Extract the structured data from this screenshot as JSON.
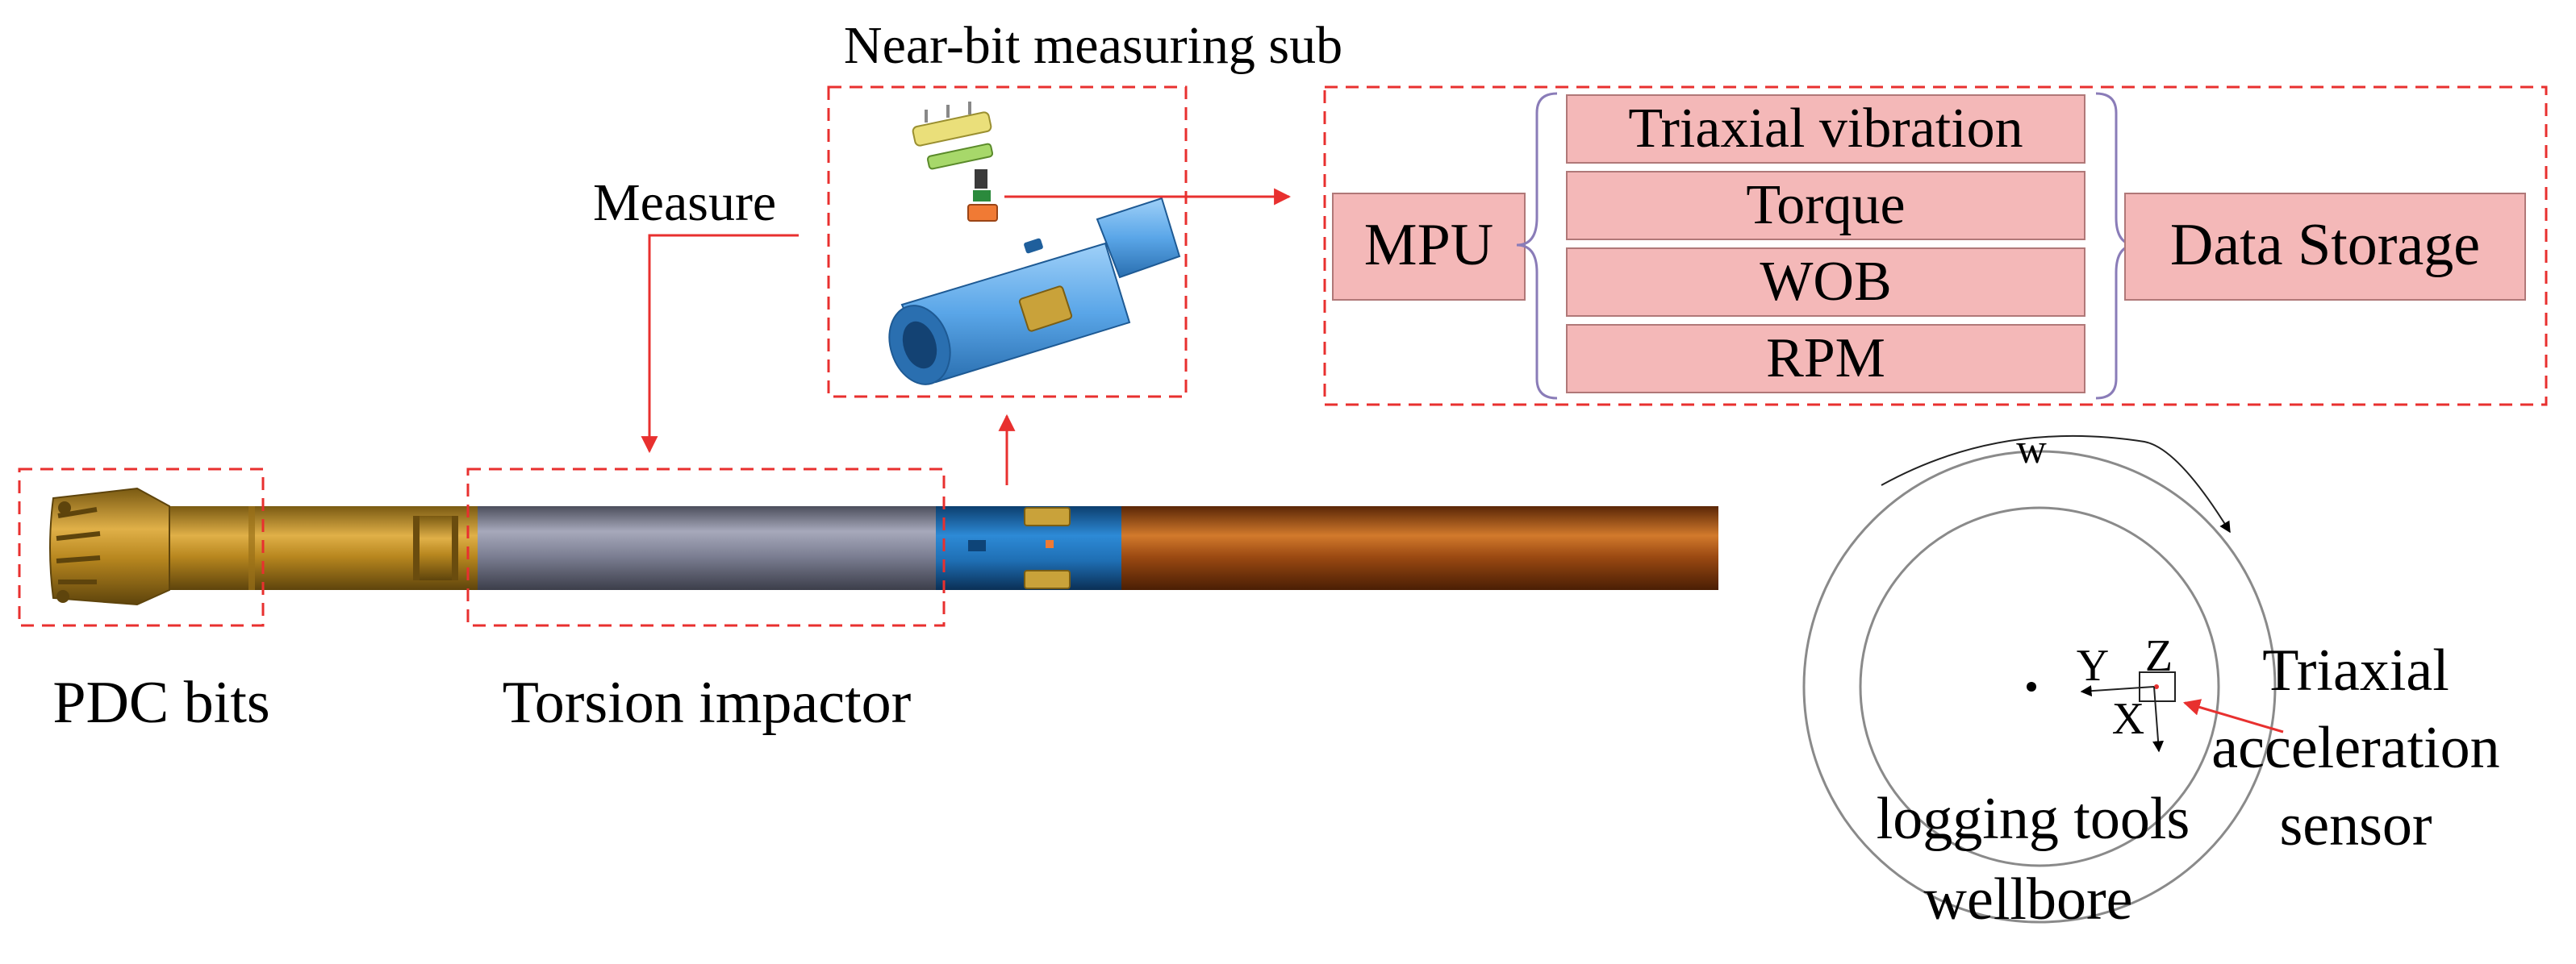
{
  "labels": {
    "near_bit_title": "Near-bit measuring sub",
    "measure": "Measure",
    "pdc_bits": "PDC bits",
    "torsion_impactor": "Torsion impactor",
    "mpu": "MPU",
    "data_storage": "Data Storage",
    "triaxial_sensor_line1": "Triaxial",
    "triaxial_sensor_line2": "acceleration",
    "triaxial_sensor_line3": "sensor",
    "logging_tools": "logging tools",
    "wellbore": "wellbore",
    "rotation": "w",
    "axis_x": "X",
    "axis_y": "Y",
    "axis_z": "Z"
  },
  "measurements": [
    "Triaxial vibration",
    "Torque",
    "WOB",
    "RPM"
  ],
  "colors": {
    "dashed_box": "#e8302f",
    "arrow": "#e8302f",
    "measure_box_fill": "#f4b8b8",
    "measure_box_stroke": "#b07878",
    "brace": "#8a7cb8",
    "bit_gold": "#b8871f",
    "impactor_gray": "#7b7e92",
    "sub_blue": "#1f6fb4",
    "collar_brown": "#9c4a12",
    "tool_blue": "#5aa6e8"
  }
}
